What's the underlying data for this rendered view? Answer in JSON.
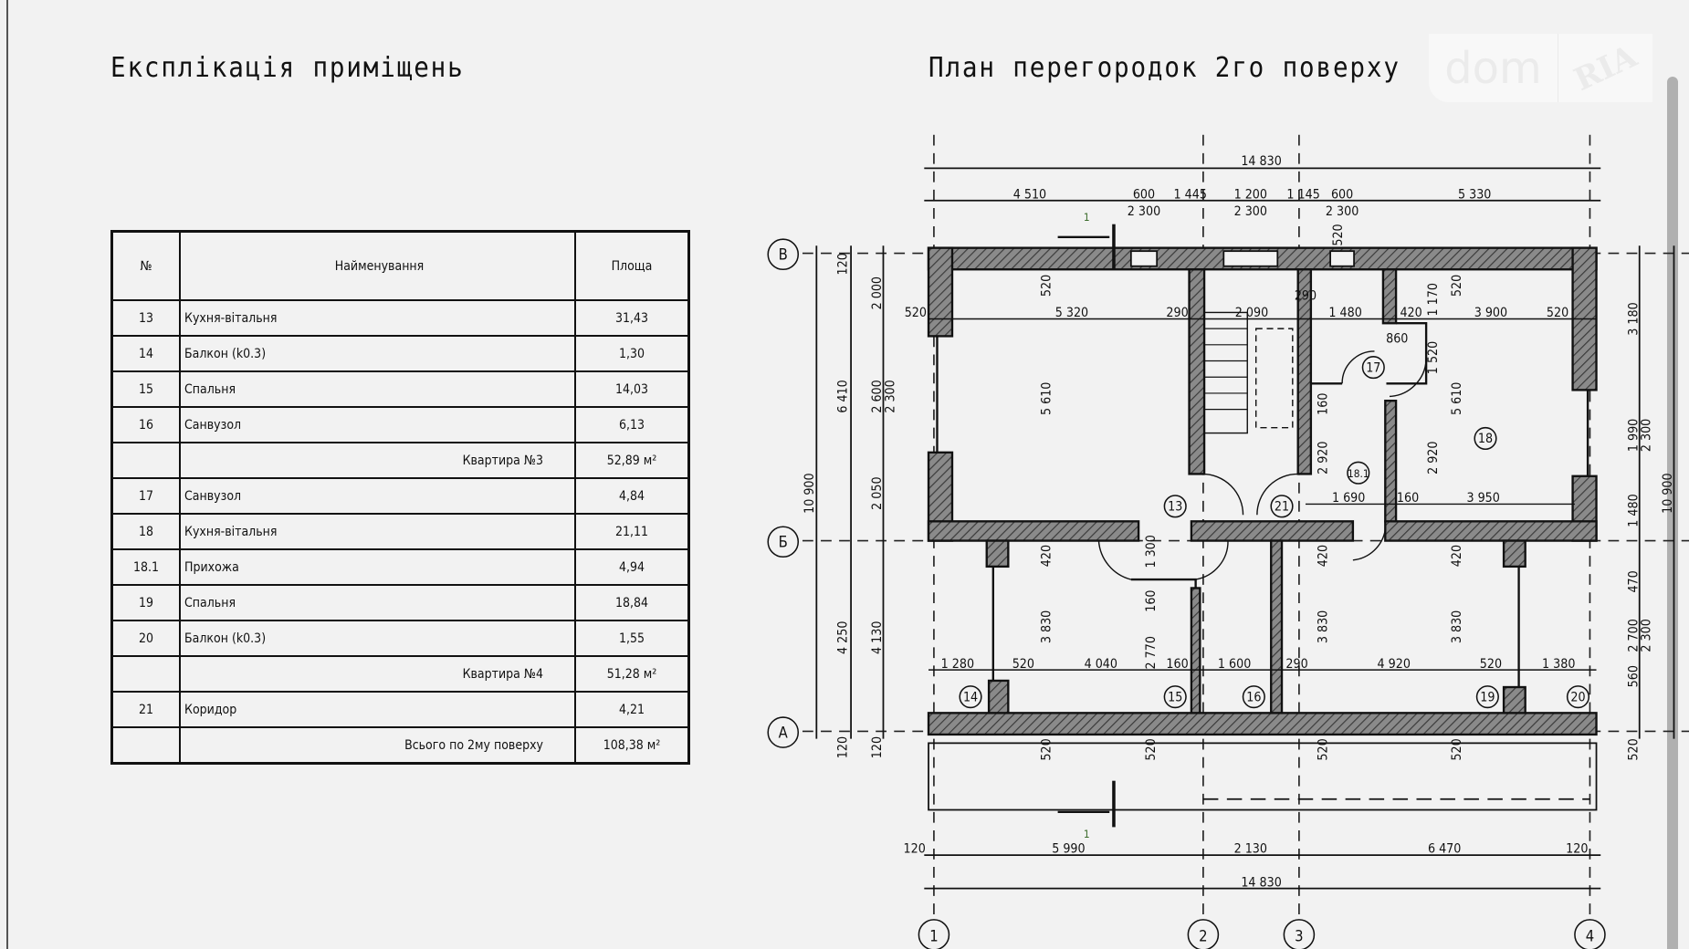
{
  "titles": {
    "left": "Експлікація приміщень",
    "right": "План перегородок 2го поверху"
  },
  "logo": {
    "left": "dom",
    "right": "RIA"
  },
  "table": {
    "headers": {
      "no": "№",
      "name": "Найменування",
      "area": "Площа"
    },
    "rows": [
      {
        "no": "13",
        "name": "Кухня-вітальня",
        "area": "31,43",
        "type": "room"
      },
      {
        "no": "14",
        "name": "Балкон (k0.3)",
        "area": "1,30",
        "type": "room"
      },
      {
        "no": "15",
        "name": "Спальня",
        "area": "14,03",
        "type": "room"
      },
      {
        "no": "16",
        "name": "Санвузол",
        "area": "6,13",
        "type": "room"
      },
      {
        "no": "",
        "name": "Квартира №3",
        "area": "52,89 м²",
        "type": "subtotal"
      },
      {
        "no": "17",
        "name": "Санвузол",
        "area": "4,84",
        "type": "room"
      },
      {
        "no": "18",
        "name": "Кухня-вітальня",
        "area": "21,11",
        "type": "room"
      },
      {
        "no": "18.1",
        "name": "Прихожа",
        "area": "4,94",
        "type": "room"
      },
      {
        "no": "19",
        "name": "Спальня",
        "area": "18,84",
        "type": "room"
      },
      {
        "no": "20",
        "name": "Балкон (k0.3)",
        "area": "1,55",
        "type": "room"
      },
      {
        "no": "",
        "name": "Квартира №4",
        "area": "51,28 м²",
        "type": "subtotal"
      },
      {
        "no": "21",
        "name": "Коридор",
        "area": "4,21",
        "type": "room"
      },
      {
        "no": "",
        "name": "Всього по 2му поверху",
        "area": "108,38 м²",
        "type": "total"
      }
    ]
  },
  "plan": {
    "axes_x": [
      "1",
      "2",
      "3",
      "4"
    ],
    "axes_y": [
      "В",
      "Б",
      "А"
    ],
    "top_overall": "14 830",
    "top_segments": [
      "4 510",
      "600",
      "1 445",
      "1 200",
      "1 145",
      "600",
      "5 330"
    ],
    "top_openings": [
      "2 300",
      "2 300",
      "2 300"
    ],
    "bottom_segments": [
      "120",
      "5 990",
      "2 130",
      "6 470",
      "120"
    ],
    "bottom_overall": "14 830",
    "left_dims": [
      "120",
      "2 000",
      "6 410",
      "2 600",
      "2 300",
      "2 050",
      "10 900",
      "4 250",
      "4 130",
      "120",
      "120"
    ],
    "right_dims": [
      "3 180",
      "1 990",
      "2 300",
      "1 480",
      "10 900",
      "470",
      "2 700",
      "2 300",
      "560",
      "520"
    ],
    "section_mark": "1",
    "room_tags": [
      "13",
      "14",
      "15",
      "16",
      "17",
      "18",
      "18.1",
      "19",
      "20",
      "21"
    ],
    "inner_dims": {
      "row1": [
        "520",
        "5 320",
        "290",
        "2 090",
        "290",
        "1 480",
        "420",
        "3 900",
        "520"
      ],
      "row2": [
        "1 690",
        "160",
        "3 950"
      ],
      "row3": [
        "1 280",
        "520",
        "4 040",
        "160",
        "1 600",
        "290",
        "4 920",
        "520",
        "1 380"
      ],
      "vertical": [
        "520",
        "5 610",
        "1 300",
        "1 520",
        "1 170",
        "520",
        "860",
        "160",
        "2 920",
        "2 920",
        "5 610",
        "420",
        "3 830",
        "160",
        "2 770",
        "420",
        "3 830",
        "420",
        "3 830",
        "520",
        "520",
        "520",
        "520",
        "520"
      ]
    }
  }
}
